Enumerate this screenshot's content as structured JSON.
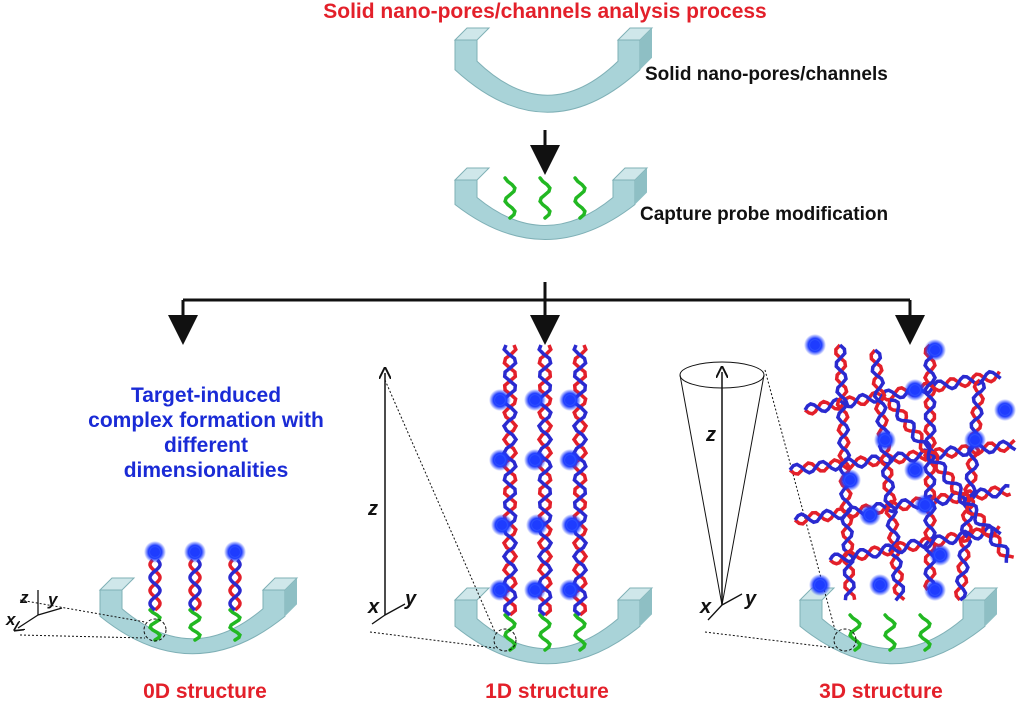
{
  "title": "Solid nano-pores/channels analysis process",
  "steps": {
    "step1": "Solid nano-pores/channels",
    "step2": "Capture probe modification"
  },
  "description": "Target-induced complex formation with different dimensionalities",
  "structures": [
    "0D structure",
    "1D structure",
    "3D structure"
  ],
  "axes": {
    "x": "x",
    "y": "y",
    "z": "z"
  },
  "colors": {
    "title": "#e3202a",
    "description": "#1a2bd6",
    "channel": "#a9d3d8",
    "probe": "#22b822",
    "strand_a": "#e3202a",
    "strand_b": "#2a2ad0",
    "target": "#1e3cff"
  }
}
